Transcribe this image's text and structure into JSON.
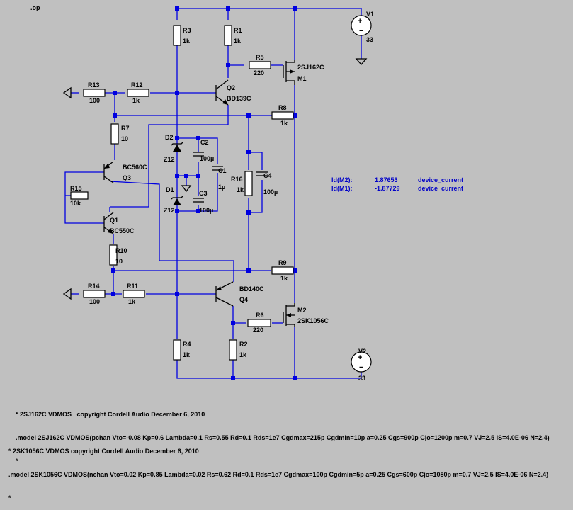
{
  "op_directive": ".op",
  "components": {
    "R1": {
      "name": "R1",
      "value": "1k"
    },
    "R2": {
      "name": "R2",
      "value": "1k"
    },
    "R3": {
      "name": "R3",
      "value": "1k"
    },
    "R4": {
      "name": "R4",
      "value": "1k"
    },
    "R5": {
      "name": "R5",
      "value": "220"
    },
    "R6": {
      "name": "R6",
      "value": "220"
    },
    "R7": {
      "name": "R7",
      "value": "10"
    },
    "R8": {
      "name": "R8",
      "value": "1k"
    },
    "R9": {
      "name": "R9",
      "value": "1k"
    },
    "R10": {
      "name": "R10",
      "value": "10"
    },
    "R11": {
      "name": "R11",
      "value": "1k"
    },
    "R12": {
      "name": "R12",
      "value": "1k"
    },
    "R13": {
      "name": "R13",
      "value": "100"
    },
    "R14": {
      "name": "R14",
      "value": "100"
    },
    "R15": {
      "name": "R15",
      "value": "10k"
    },
    "R16": {
      "name": "R16",
      "value": "1k"
    },
    "C1": {
      "name": "C1",
      "value": "1µ"
    },
    "C2": {
      "name": "C2",
      "value": "100µ"
    },
    "C3": {
      "name": "C3",
      "value": "100µ"
    },
    "C4": {
      "name": "C4",
      "value": "100µ"
    },
    "D1": {
      "name": "D1",
      "value": "Z12"
    },
    "D2": {
      "name": "D2",
      "value": "Z12"
    },
    "Q1": {
      "name": "Q1",
      "value": "BC550C"
    },
    "Q2": {
      "name": "Q2",
      "value": "BD139C"
    },
    "Q3": {
      "name": "Q3",
      "value": "BC560C"
    },
    "Q4": {
      "name": "Q4",
      "value": "BD140C"
    },
    "M1": {
      "name": "M1",
      "value": "2SJ162C"
    },
    "M2": {
      "name": "M2",
      "value": "2SK1056C"
    },
    "V1": {
      "name": "V1",
      "value": "33"
    },
    "V2": {
      "name": "V2",
      "value": "33"
    }
  },
  "measurements": [
    {
      "label": "Id(M2):",
      "value": "1.87653",
      "unit": "device_current"
    },
    {
      "label": "Id(M1):",
      "value": "-1.87729",
      "unit": "device_current"
    }
  ],
  "spice_text": {
    "m1_comment": "* 2SJ162C VDMOS   copyright Cordell Audio December 6, 2010",
    "m1_model": ".model 2SJ162C VDMOS(pchan Vto=-0.08 Kp=0.6 Lambda=0.1 Rs=0.55 Rd=0.1 Rds=1e7 Cgdmax=215p Cgdmin=10p a=0.25 Cgs=900p Cjo=1200p m=0.7 VJ=2.5 IS=4.0E-06 N=2.4)",
    "m1_star": "*",
    "m2_comment": "* 2SK1056C VDMOS copyright Cordell Audio December 6, 2010",
    "m2_model": ".model 2SK1056C VDMOS(nchan Vto=0.02 Kp=0.85 Lambda=0.02 Rs=0.62 Rd=0.1 Rds=1e7 Cgdmax=100p Cgdmin=5p a=0.25 Cgs=600p Cjo=1080p m=0.7 VJ=2.5 IS=4.0E-06 N=2.4)",
    "m2_star": "*"
  }
}
